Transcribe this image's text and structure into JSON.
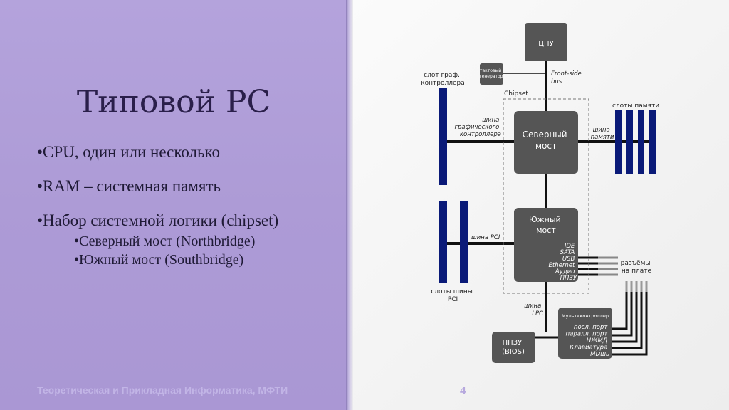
{
  "slide": {
    "title": "Типовой PC",
    "bullets": [
      "•CPU, один или несколько",
      "•RAM – системная память",
      "•Набор системной логики (chipset)"
    ],
    "sub_bullets": [
      "•Северный мост (Northbridge)",
      "•Южный мост (Southbridge)"
    ],
    "footer": "Теоретическая и Прикладная Информатика, МФТИ",
    "page_number": "4"
  },
  "diagram": {
    "cpu": "ЦПУ",
    "clock_gen": [
      "тактовый",
      "генератор"
    ],
    "fsb": [
      "Front-side",
      "bus"
    ],
    "chipset": "Chipset",
    "gfx_slot": [
      "слот граф.",
      "контроллера"
    ],
    "gfx_bus": [
      "шина",
      "графического",
      "контроллера"
    ],
    "northbridge": [
      "Северный",
      "мост"
    ],
    "mem_bus": [
      "шина",
      "памяти"
    ],
    "mem_slots": "слоты памяти",
    "southbridge": [
      "Южный",
      "мост"
    ],
    "pci_bus": "шина PCI",
    "pci_slots": [
      "слоты шины",
      "PCI"
    ],
    "sb_ports": [
      "IDE",
      "SATA",
      "USB",
      "Ethernet",
      "Аудио",
      "ППЗУ"
    ],
    "onboard": [
      "разъёмы",
      "на плате"
    ],
    "lpc": [
      "шина",
      "LPC"
    ],
    "bios": [
      "ППЗУ",
      "(BIOS)"
    ],
    "superio": "Мультиконтроллер",
    "superio_ports": [
      "посл. порт",
      "паралл. порт",
      "НЖМД",
      "Клавиатура",
      "Мышь"
    ]
  },
  "colors": {
    "chip": "#555555",
    "slot": "#0a1a78",
    "bus": "#111111"
  }
}
